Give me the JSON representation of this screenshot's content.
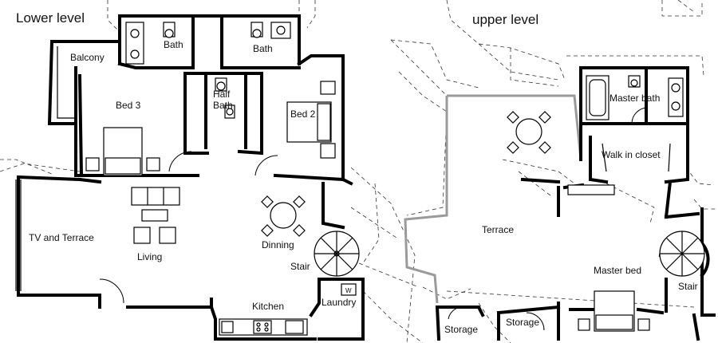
{
  "levels": {
    "lower": "Lower level",
    "upper": "upper level"
  },
  "rooms": {
    "balcony": "Balcony",
    "bath_left": "Bath",
    "bath_right": "Bath",
    "bed3": "Bed 3",
    "half_bath_1": "Half",
    "half_bath_2": "Bath",
    "bed2": "Bed 2",
    "tv_terrace": "TV and Terrace",
    "living": "Living",
    "dinning": "Dinning",
    "stair_lower": "Stair",
    "kitchen": "Kitchen",
    "laundry": "Laundry",
    "terrace": "Terrace",
    "master_bath": "Master bath",
    "walk_in_closet": "Walk in closet",
    "master_bed": "Master bed",
    "stair_upper": "Stair",
    "storage_left": "Storage",
    "storage_right": "Storage",
    "washer_mark": "W"
  },
  "colors": {
    "wall": "#000000",
    "terrace_outline": "#9a9a9a",
    "roof_lines": "#333333"
  }
}
